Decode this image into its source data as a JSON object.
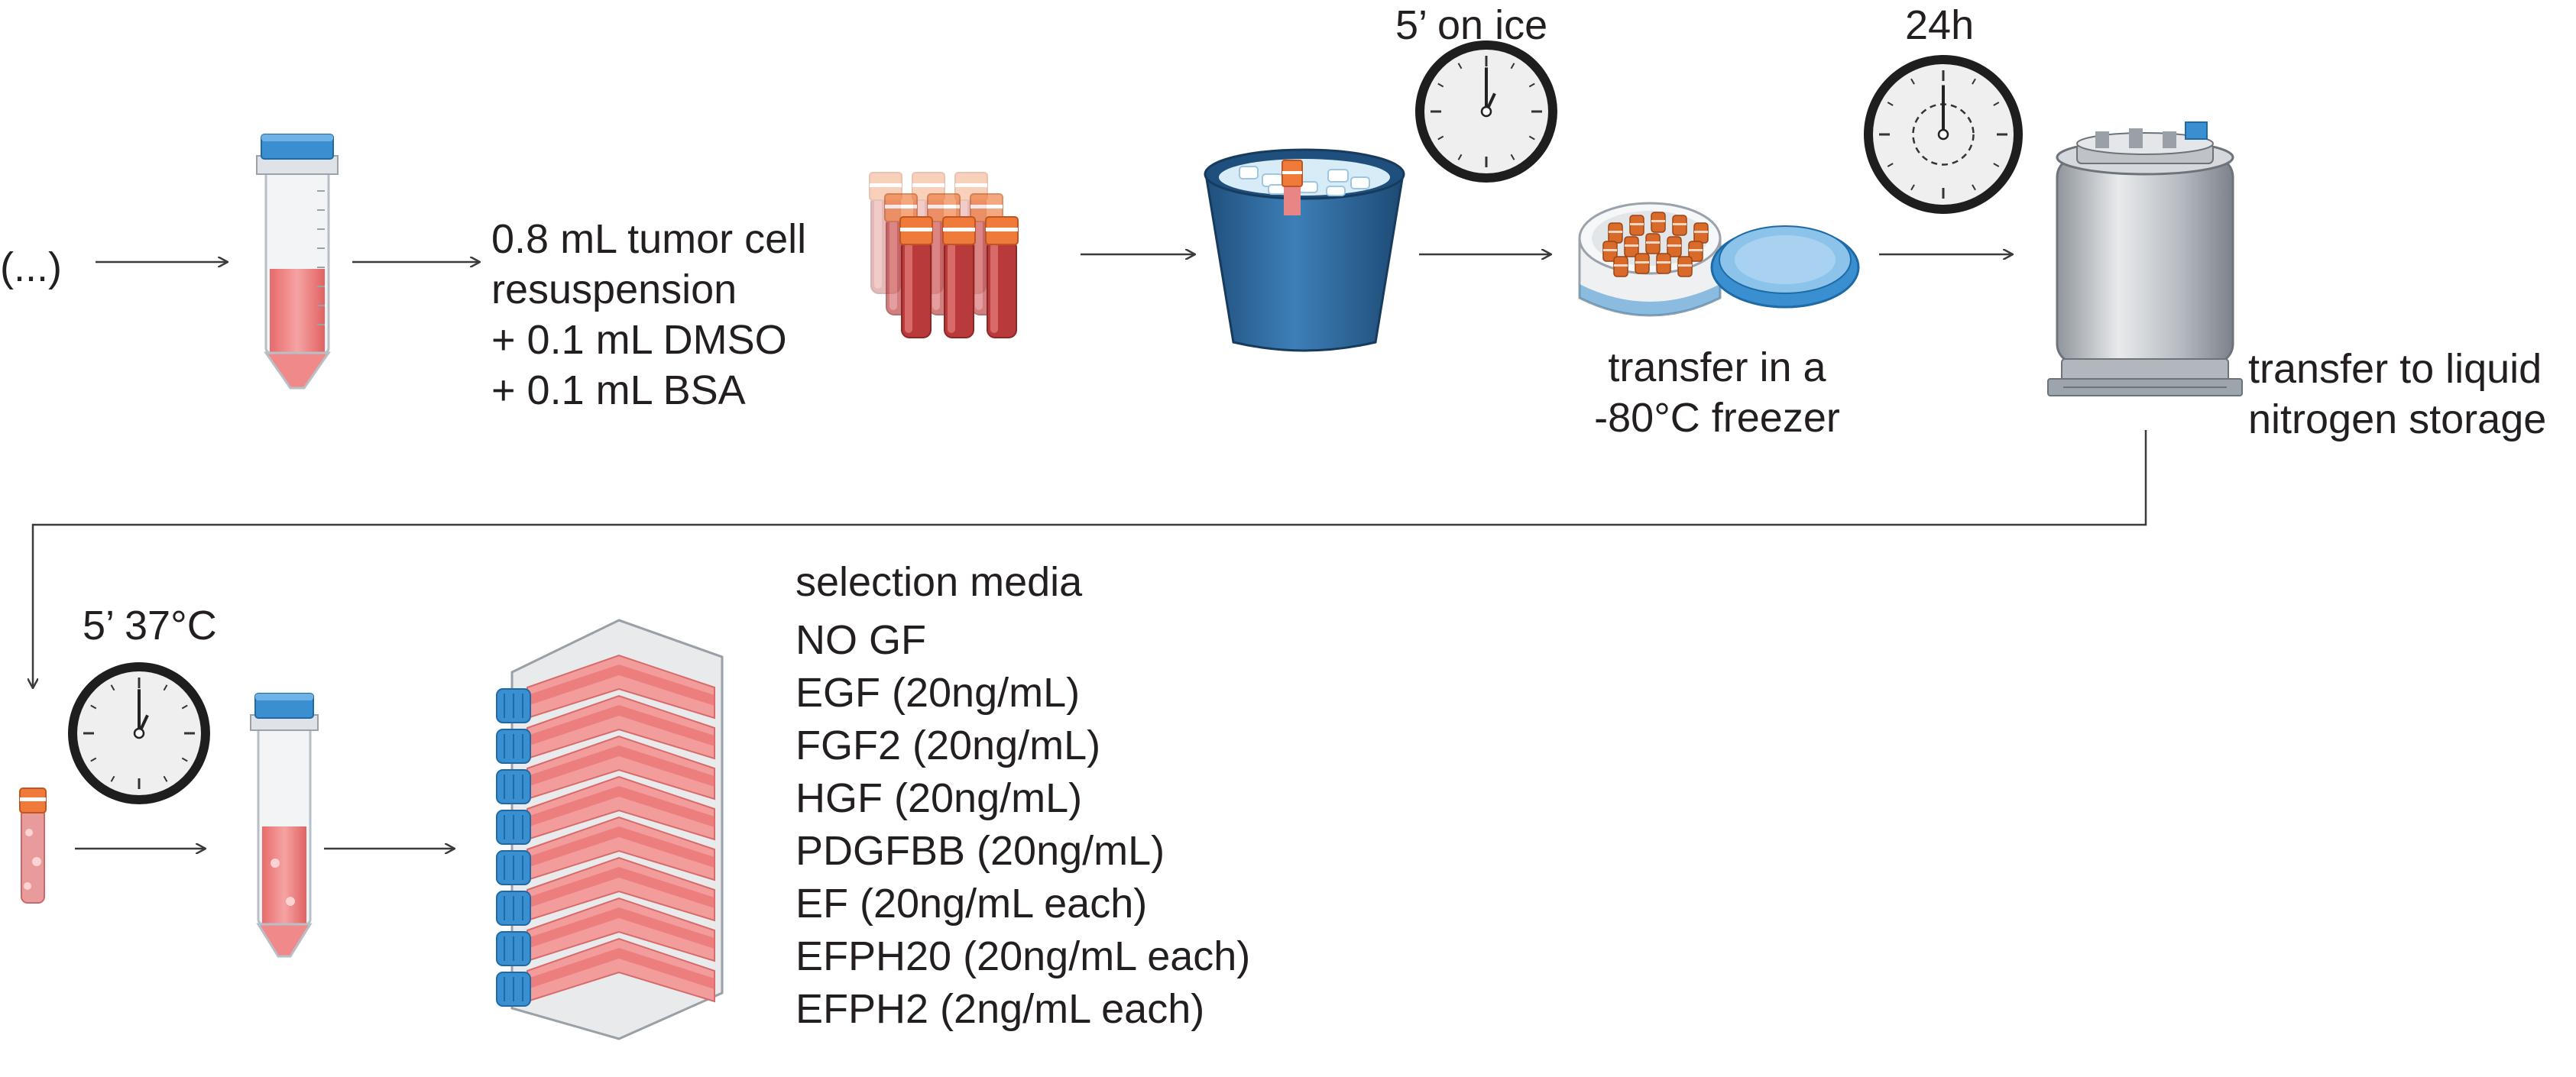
{
  "steps_top": {
    "ellipsis": "(...)",
    "mix_lines": [
      "0.8 mL tumor cell",
      "resuspension",
      "+ 0.1 mL DMSO",
      "+ 0.1 mL BSA"
    ],
    "ice_time": "5’ on ice",
    "freezer_time": "24h",
    "freezer_lines": [
      "transfer in a",
      "-80°C freezer"
    ],
    "nitrogen_lines": [
      "transfer to liquid",
      "nitrogen storage"
    ]
  },
  "steps_bottom": {
    "thaw_time": "5’ 37°C",
    "media_title": "selection media",
    "media_items": [
      "NO GF",
      "EGF (20ng/mL)",
      "FGF2 (20ng/mL)",
      "HGF (20ng/mL)",
      "PDGFBB (20ng/mL)",
      "EF (20ng/mL each)",
      "EFPH20 (20ng/mL each)",
      "EFPH2 (2ng/mL each)"
    ]
  },
  "icons": [
    "conical-tube-icon",
    "cryovial-rack-icon",
    "ice-bucket-icon",
    "clock-icon",
    "cryo-container-icon",
    "liquid-nitrogen-tank-icon",
    "cryovial-icon",
    "culture-flask-stack-icon"
  ],
  "colors": {
    "text": "#231f20",
    "arrow": "#3a3a3a",
    "tube_cap": "#3a8fd0",
    "media_pink": "#f08a8a",
    "vial_cap": "#f07a3a",
    "bucket_blue": "#2f6ea3",
    "steel": "#c9ccd1"
  }
}
